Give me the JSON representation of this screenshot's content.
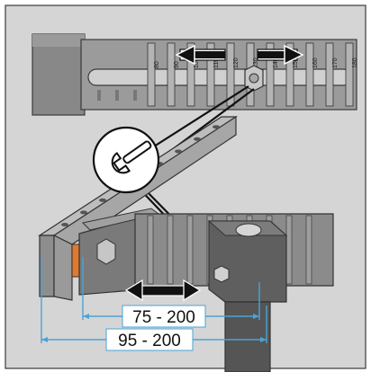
{
  "scale_ticks": [
    "80",
    "90",
    "100",
    "110",
    "120",
    "130",
    "140",
    "150",
    "160",
    "170",
    "180"
  ],
  "dimension_inner": "75 - 200",
  "dimension_outer": "95 - 200",
  "colors": {
    "background": "#ffffff",
    "panel": "#d5d5d5",
    "bracket_dark": "#6e6e6e",
    "bracket_mid": "#8c8c8c",
    "bracket_light": "#a9a9a9",
    "dimension_line": "#4aa3d6",
    "spacer": "#e07a2e"
  }
}
